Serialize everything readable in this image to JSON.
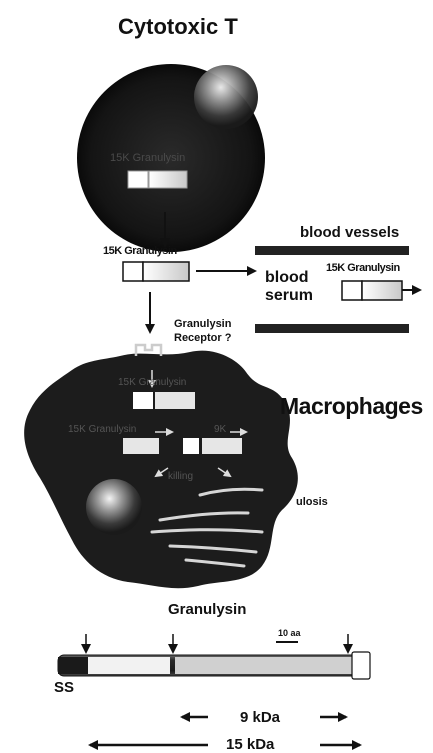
{
  "title": "Cytotoxic T",
  "cell_label_faint": "15K Granulysin",
  "secreted_label": "15K Granulysin",
  "blood_vessels": "blood vessels",
  "blood_serum_line1": "blood",
  "blood_serum_line2": "serum",
  "serum_granulysin": "15K Granulysin",
  "receptor_line1": "Granulysin",
  "receptor_line2": "Receptor ?",
  "macrophages": "Macrophages",
  "macro_inner_top": "15K Granulysin",
  "macro_inner_left": "15K Granulysin",
  "macro_inner_right": "9K",
  "macro_inner_bottom": "killing",
  "tuberculosis_partial": "ulosis",
  "granulysin_title": "Granulysin",
  "scale_bar": "10 aa",
  "ss": "SS",
  "kda9": "9 kDa",
  "kda15": "15 kDa"
}
